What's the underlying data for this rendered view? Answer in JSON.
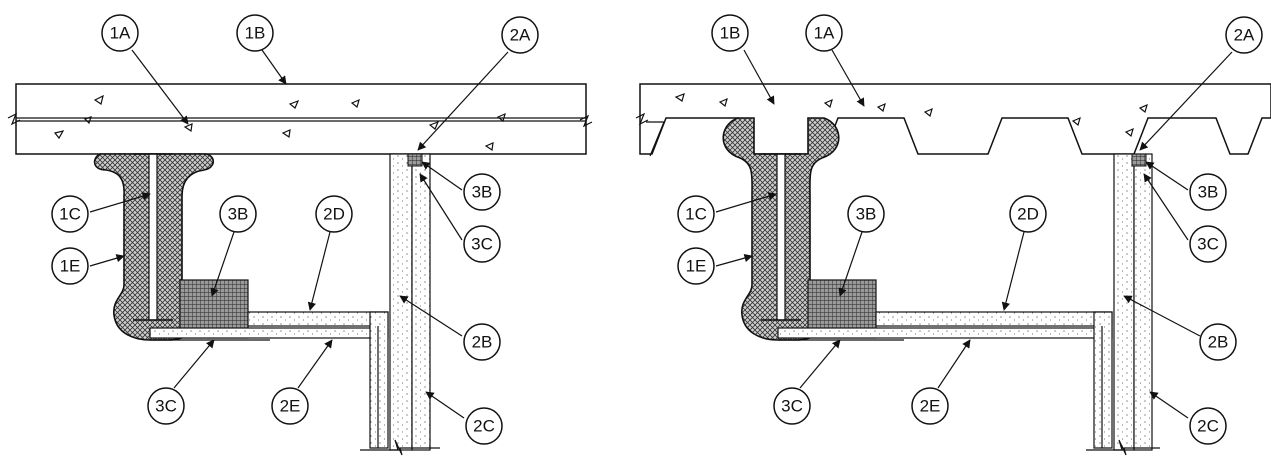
{
  "callouts": {
    "left": {
      "a1A": "1A",
      "a1B": "1B",
      "a2A": "2A",
      "a3B_top": "3B",
      "a1C": "1C",
      "a3B_mid": "3B",
      "a2D": "2D",
      "a3C_right": "3C",
      "a1E": "1E",
      "a2B": "2B",
      "a3C_bottom": "3C",
      "a2E": "2E",
      "a2C": "2C"
    },
    "right": {
      "a1B": "1B",
      "a1A": "1A",
      "a2A": "2A",
      "a3B_top": "3B",
      "a1C": "1C",
      "a3B_mid": "3B",
      "a2D": "2D",
      "a3C_right": "3C",
      "a1E": "1E",
      "a2B": "2B",
      "a3C_bottom": "3C",
      "a2E": "2E",
      "a2C": "2C"
    }
  }
}
